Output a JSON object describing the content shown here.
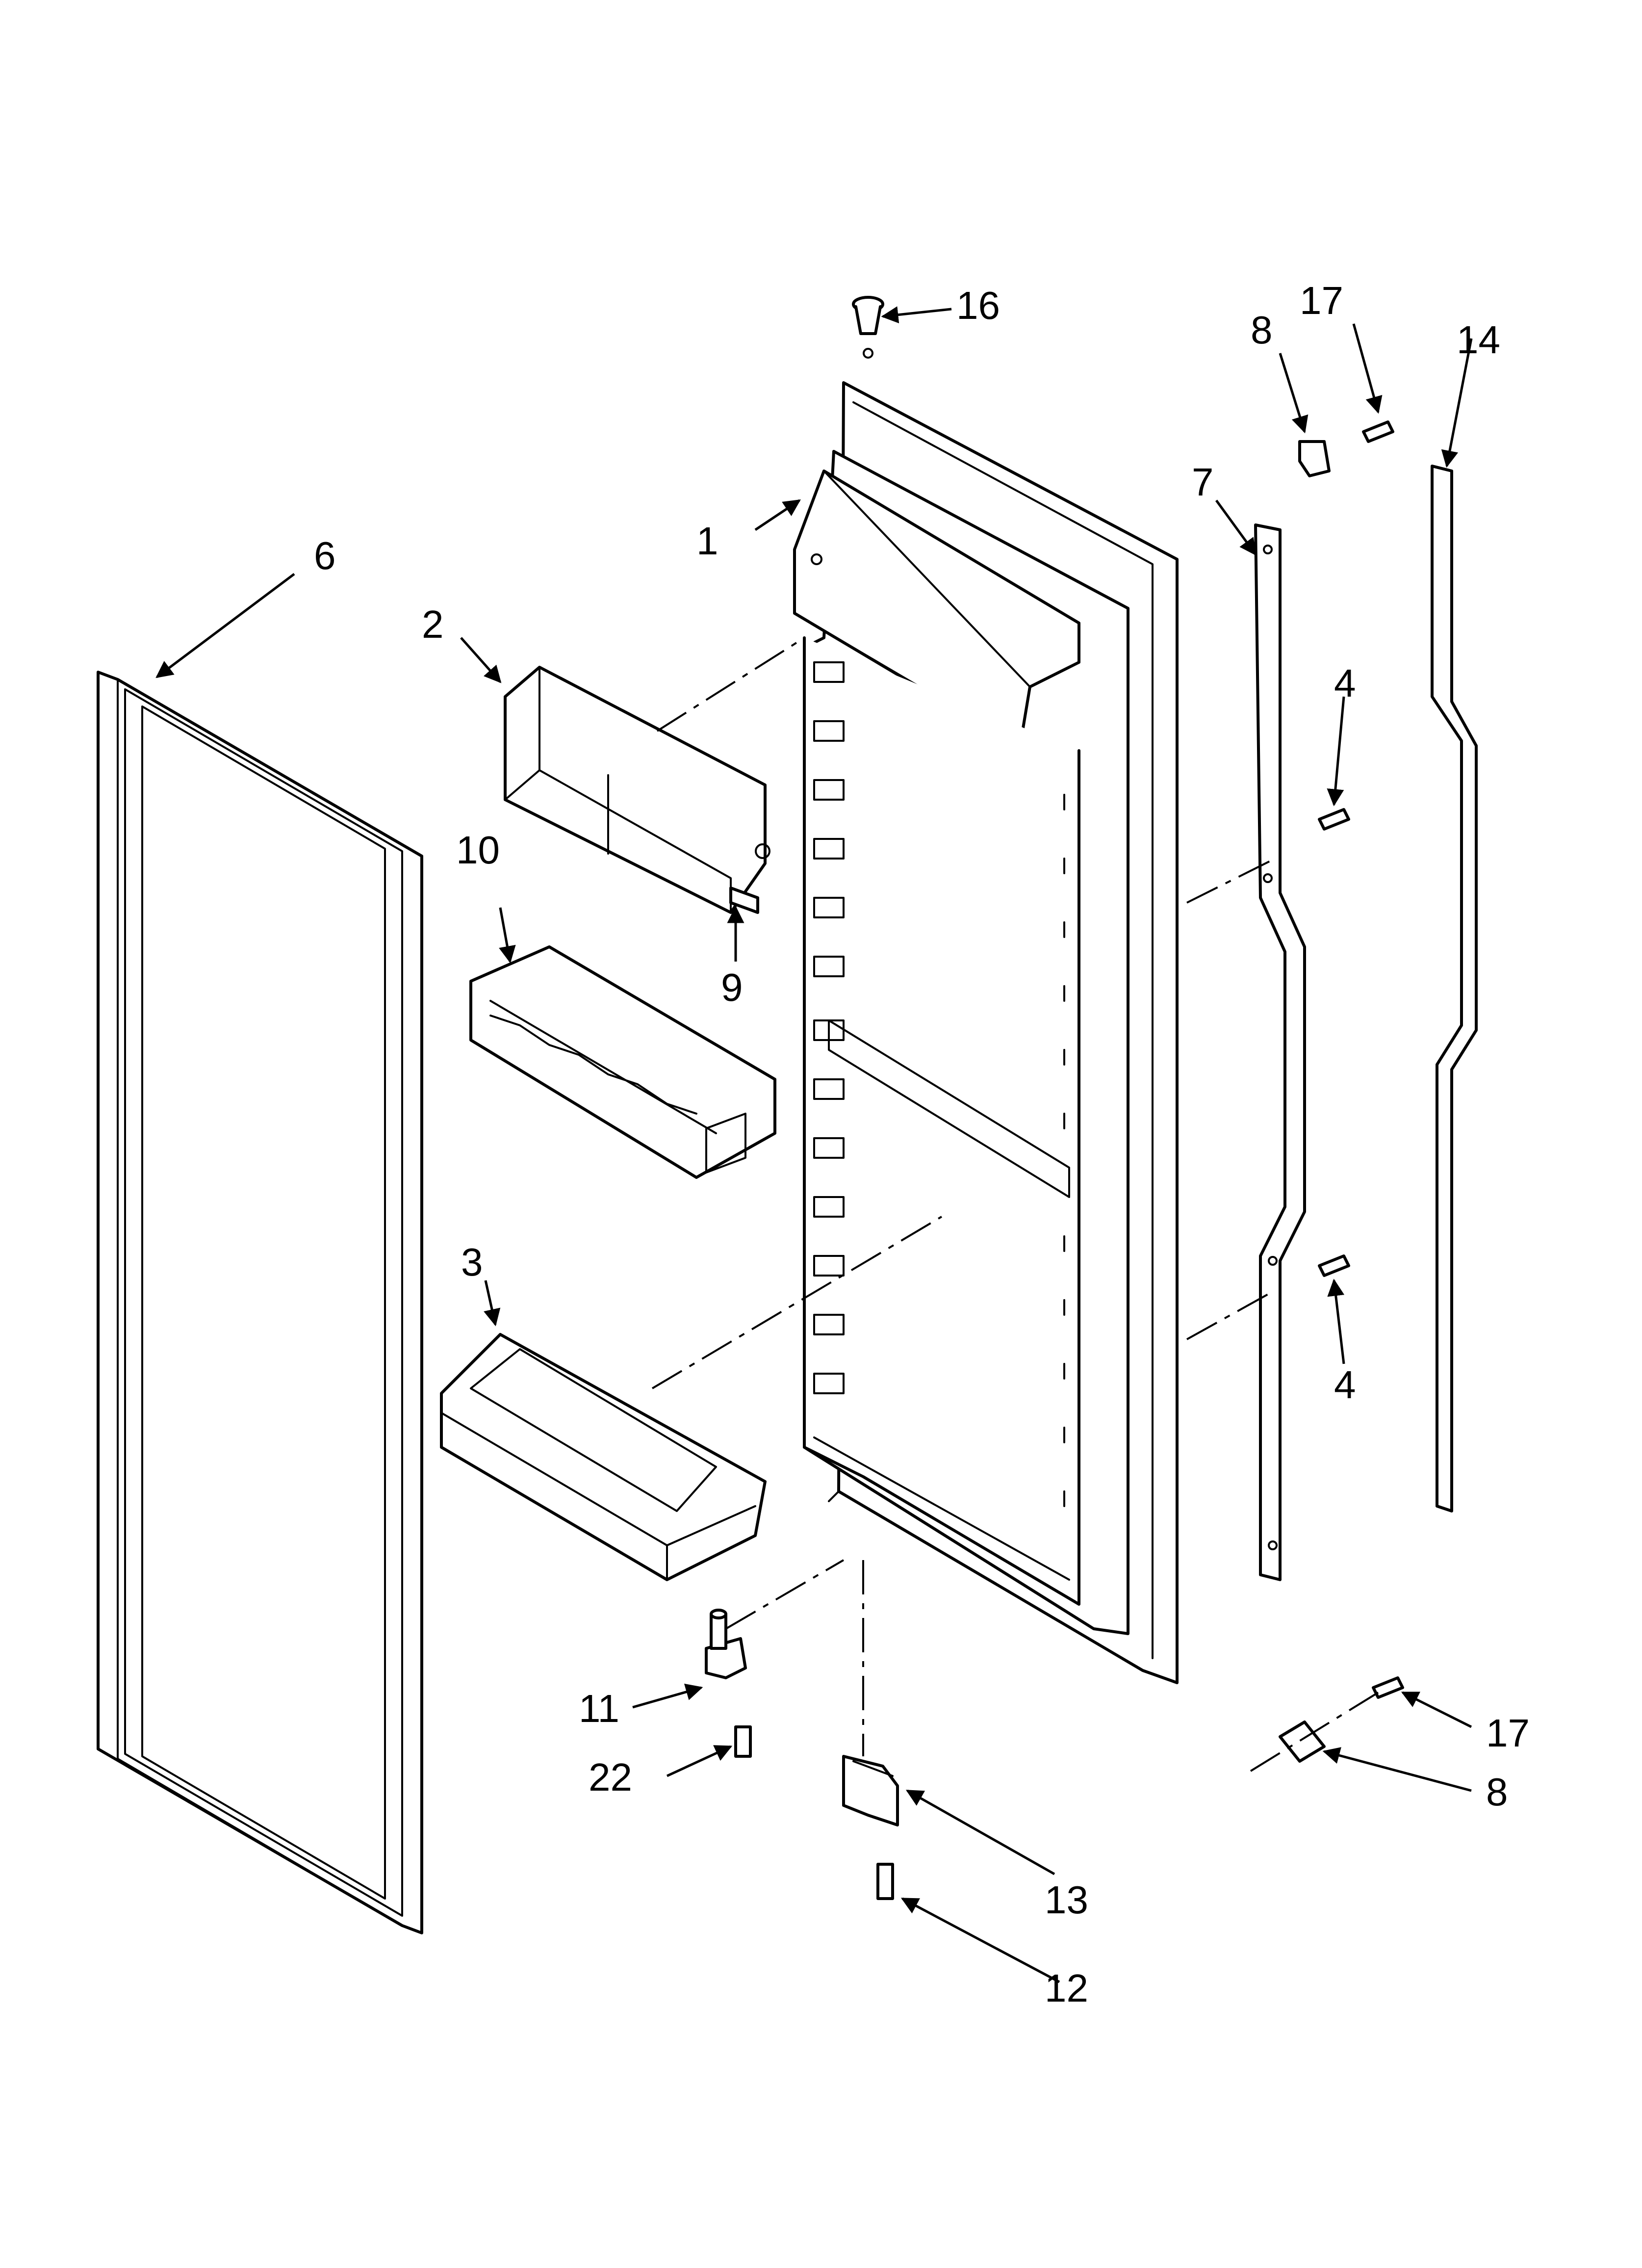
{
  "diagram": {
    "callouts": [
      {
        "id": "c1",
        "label": "1"
      },
      {
        "id": "c2",
        "label": "2"
      },
      {
        "id": "c3",
        "label": "3"
      },
      {
        "id": "c4a",
        "label": "4"
      },
      {
        "id": "c4b",
        "label": "4"
      },
      {
        "id": "c6",
        "label": "6"
      },
      {
        "id": "c7",
        "label": "7"
      },
      {
        "id": "c8a",
        "label": "8"
      },
      {
        "id": "c8b",
        "label": "8"
      },
      {
        "id": "c9",
        "label": "9"
      },
      {
        "id": "c10",
        "label": "10"
      },
      {
        "id": "c11",
        "label": "11"
      },
      {
        "id": "c12",
        "label": "12"
      },
      {
        "id": "c13",
        "label": "13"
      },
      {
        "id": "c14",
        "label": "14"
      },
      {
        "id": "c16",
        "label": "16"
      },
      {
        "id": "c17a",
        "label": "17"
      },
      {
        "id": "c17b",
        "label": "17"
      },
      {
        "id": "c22",
        "label": "22"
      }
    ]
  }
}
